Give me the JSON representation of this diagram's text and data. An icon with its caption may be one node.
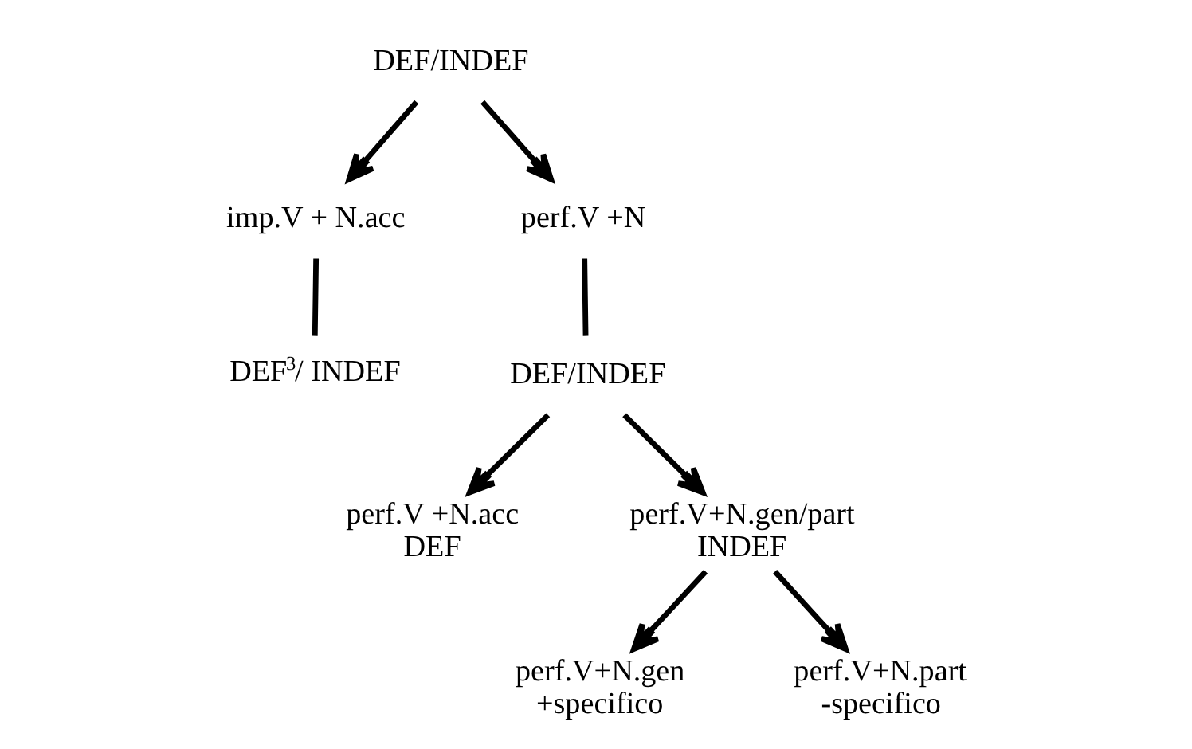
{
  "diagram": {
    "nodes": [
      {
        "text": [
          "DEF/INDEF"
        ]
      },
      {
        "text": [
          "imp.V + N.acc"
        ]
      },
      {
        "text": [
          "perf.V +N"
        ]
      },
      {
        "text": [
          "DEF$^{3}$/ INDEF"
        ]
      },
      {
        "text": [
          "DEF/INDEF"
        ]
      },
      {
        "text": [
          "perf.V +N.acc",
          "DEF"
        ]
      },
      {
        "text": [
          "perf.V+N.gen/part",
          "INDEF"
        ]
      },
      {
        "text": [
          "perf.V+N.gen",
          "+specifico"
        ]
      },
      {
        "text": [
          "perf.V+N.part",
          "-specifico"
        ]
      }
    ],
    "edges": [
      {
        "from": 0,
        "to": 1,
        "arrow": "to"
      },
      {
        "from": 0,
        "to": 2,
        "arrow": "to"
      },
      {
        "from": 1,
        "to": 3,
        "arrow": "none"
      },
      {
        "from": 2,
        "to": 4,
        "arrow": "none"
      },
      {
        "from": 4,
        "to": 5,
        "arrow": "to"
      },
      {
        "from": 4,
        "to": 6,
        "arrow": "to"
      },
      {
        "from": 6,
        "to": 7,
        "arrow": "to"
      },
      {
        "from": 6,
        "to": 8,
        "arrow": "to"
      }
    ]
  }
}
